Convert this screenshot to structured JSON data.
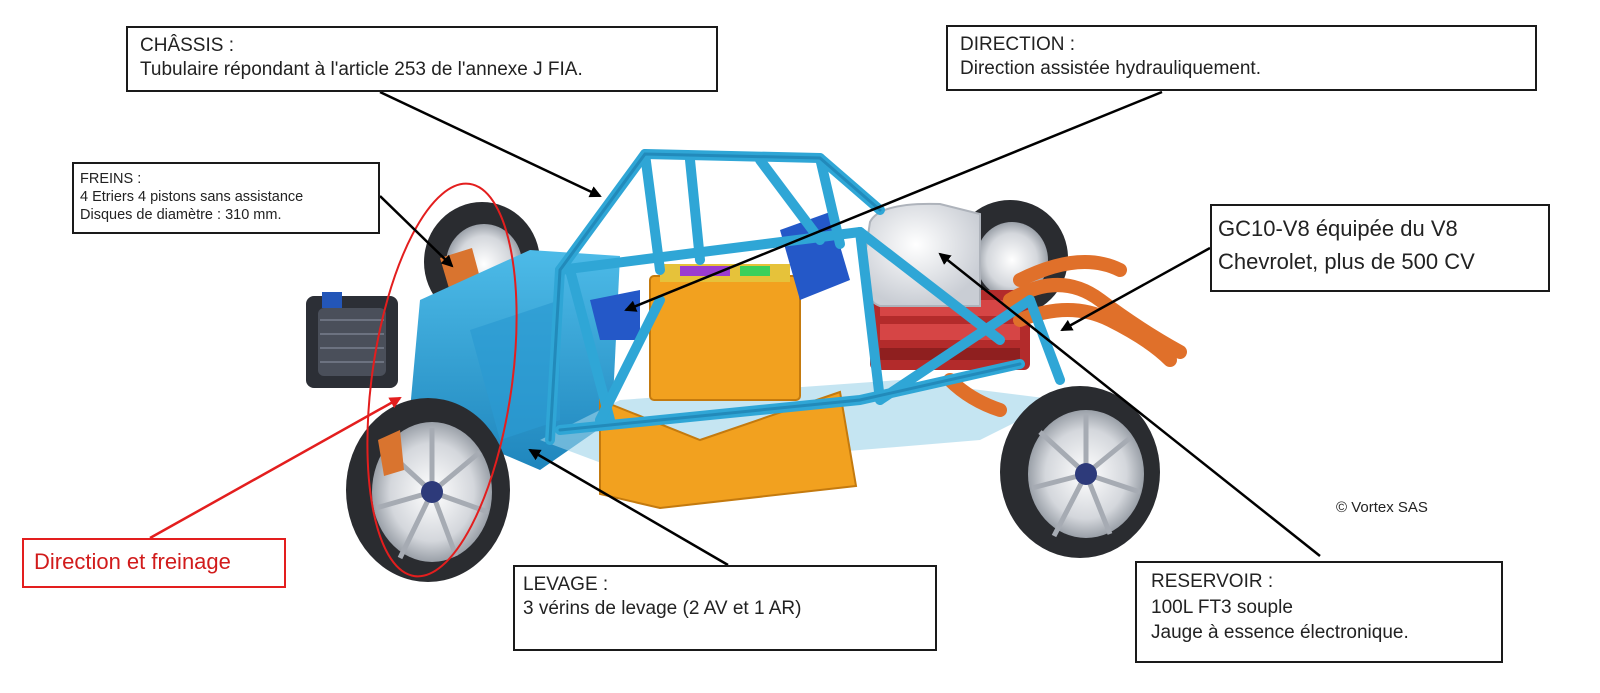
{
  "callouts": {
    "chassis": {
      "line1": "CHÂSSIS :",
      "line2": "Tubulaire répondant à l'article 253 de l'annexe J FIA."
    },
    "direction": {
      "line1": "DIRECTION :",
      "line2": "Direction assistée hydrauliquement."
    },
    "freins": {
      "line1": "FREINS :",
      "line2": "4 Etriers  4 pistons sans assistance",
      "line3": "Disques de diamètre : 310 mm."
    },
    "moteur": {
      "line1": "GC10-V8 équipée du V8",
      "line2": "Chevrolet, plus de 500 CV"
    },
    "levage": {
      "line1": "LEVAGE :",
      "line2": "3 vérins de levage (2 AV et 1 AR)"
    },
    "reservoir": {
      "line1": "RESERVOIR :",
      "line2": "100L FT3 souple",
      "line3": "Jauge à essence électronique."
    },
    "direction_freinage": {
      "label": "Direction et freinage"
    }
  },
  "credit": "© Vortex SAS",
  "colors": {
    "frame": "#2fa6d6",
    "frame_dark": "#1a78a8",
    "body_panel": "#37a3dc",
    "side_panel": "#f2a11f",
    "engine": "#b32b2b",
    "exhaust": "#e0702a",
    "tank": "#e8eaee",
    "tire": "#2a2c30",
    "rim": "#c8ccd2",
    "highlight": "#e31e1e"
  }
}
